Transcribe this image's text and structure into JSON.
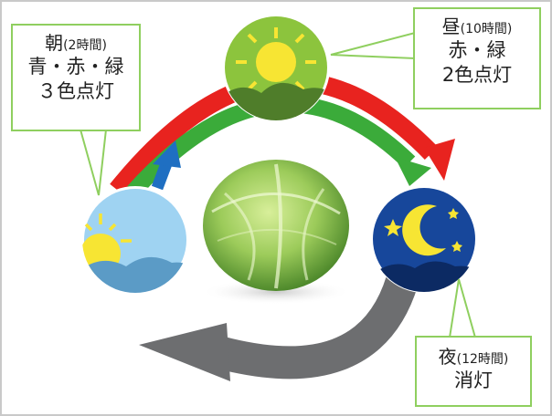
{
  "stages": {
    "morning": {
      "name": "朝",
      "duration": "(2時間)",
      "lights": "青・赤・緑",
      "mode": "３色点灯"
    },
    "day": {
      "name": "昼",
      "duration": "(10時間)",
      "lights": "赤・緑",
      "mode": "2色点灯"
    },
    "night": {
      "name": "夜",
      "duration": "(12時間)",
      "mode": "消灯"
    }
  },
  "icons": {
    "morning": "morning-sun-icon",
    "day": "sun-icon",
    "night": "moon-stars-icon",
    "center": "cabbage-image"
  },
  "colors": {
    "arrow_red": "#e8231f",
    "arrow_green": "#3bab3a",
    "arrow_blue": "#1f6fc2",
    "arrow_gray": "#6d6e70",
    "callout_border": "#8fcf5f",
    "day_circle": "#8cc43d",
    "night_circle": "#17479b",
    "morning_circle": "#9fd3f2",
    "sun": "#f7e533"
  }
}
